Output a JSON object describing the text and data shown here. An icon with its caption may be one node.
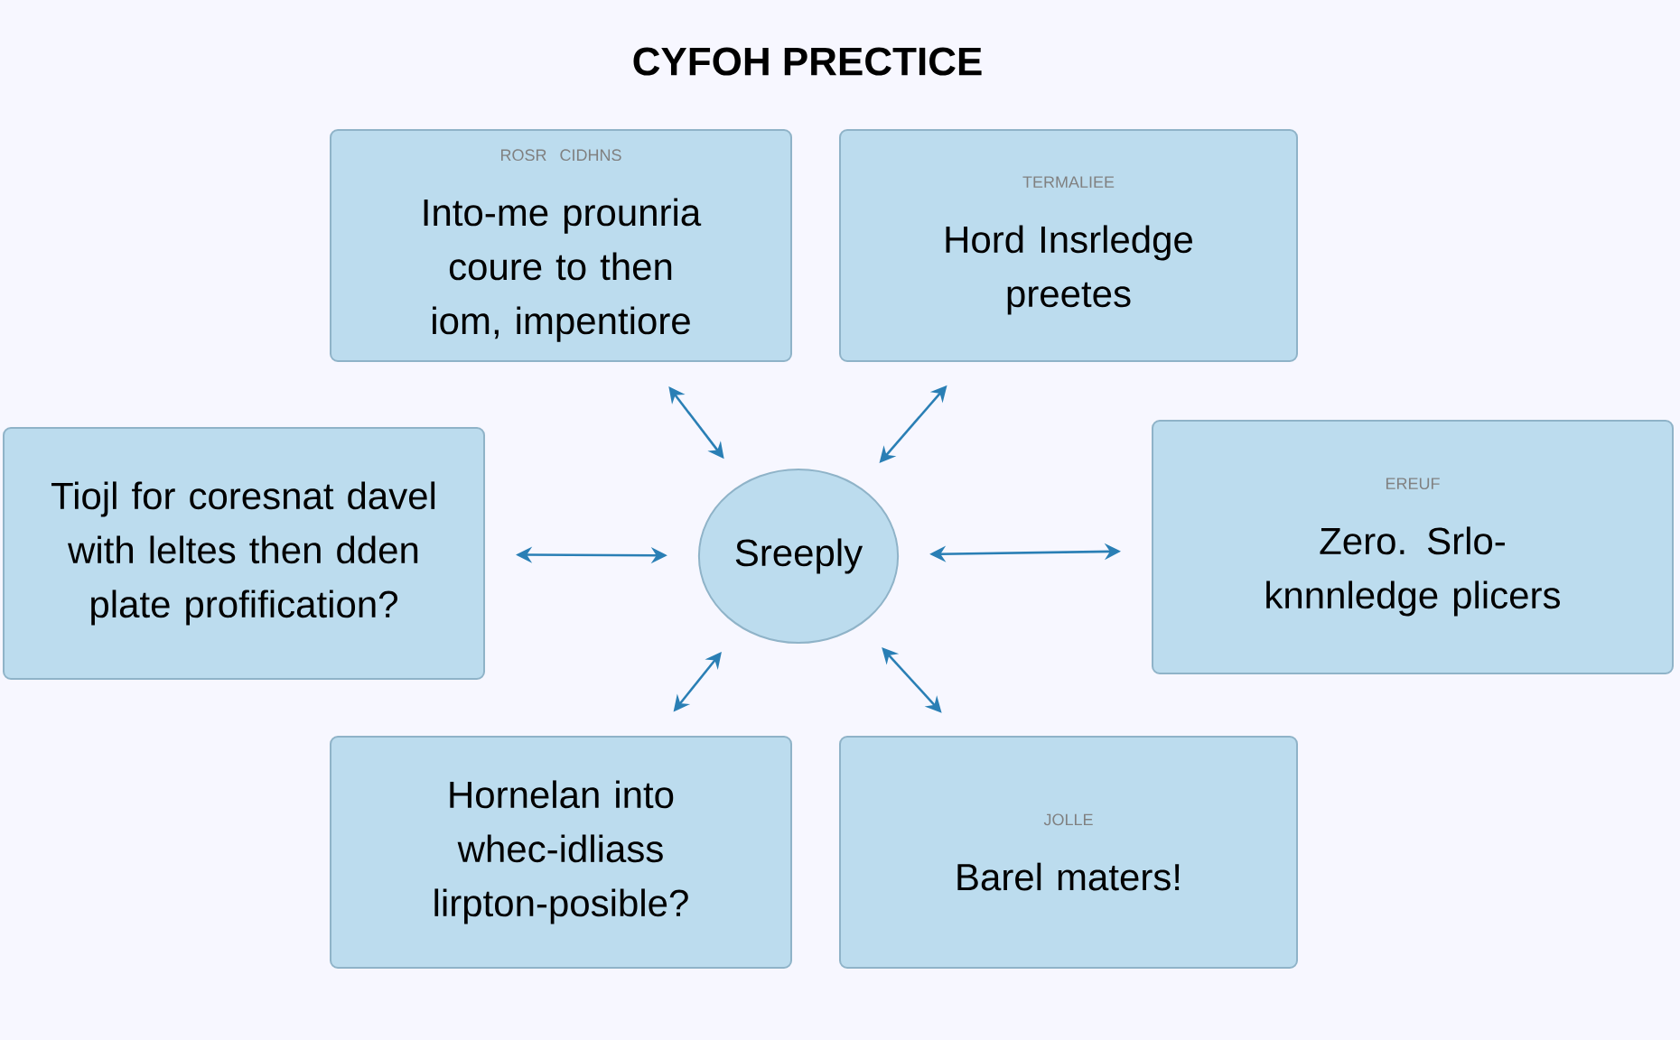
{
  "diagram": {
    "title": "CYFOH PRECTICE",
    "nodes": [
      {
        "text": [
          "Sreeply"
        ]
      },
      {
        "text": [
          "ROSR CIDHNS",
          "Into-me prounria coure to then iom, impentiore"
        ]
      },
      {
        "text": [
          "TERMALIEE",
          "Hord Insrledge preetes"
        ]
      },
      {
        "text": [
          "Tiojl for coresnat davel with leltes then dden plate profification?"
        ]
      },
      {
        "text": [
          "EREUF",
          "Zero. Srlo-knnnledge plicers"
        ]
      },
      {
        "text": [
          "Hornelan into whec-idliass lirpton-posible?"
        ]
      },
      {
        "text": [
          "JOLLE",
          "Barel maters!"
        ]
      }
    ],
    "edges": [
      {
        "from": 0,
        "to": 1,
        "arrow": "both"
      },
      {
        "from": 0,
        "to": 2,
        "arrow": "both"
      },
      {
        "from": 0,
        "to": 3,
        "arrow": "both"
      },
      {
        "from": 0,
        "to": 4,
        "arrow": "both"
      },
      {
        "from": 0,
        "to": 5,
        "arrow": "both"
      },
      {
        "from": 0,
        "to": 6,
        "arrow": "both"
      }
    ]
  }
}
